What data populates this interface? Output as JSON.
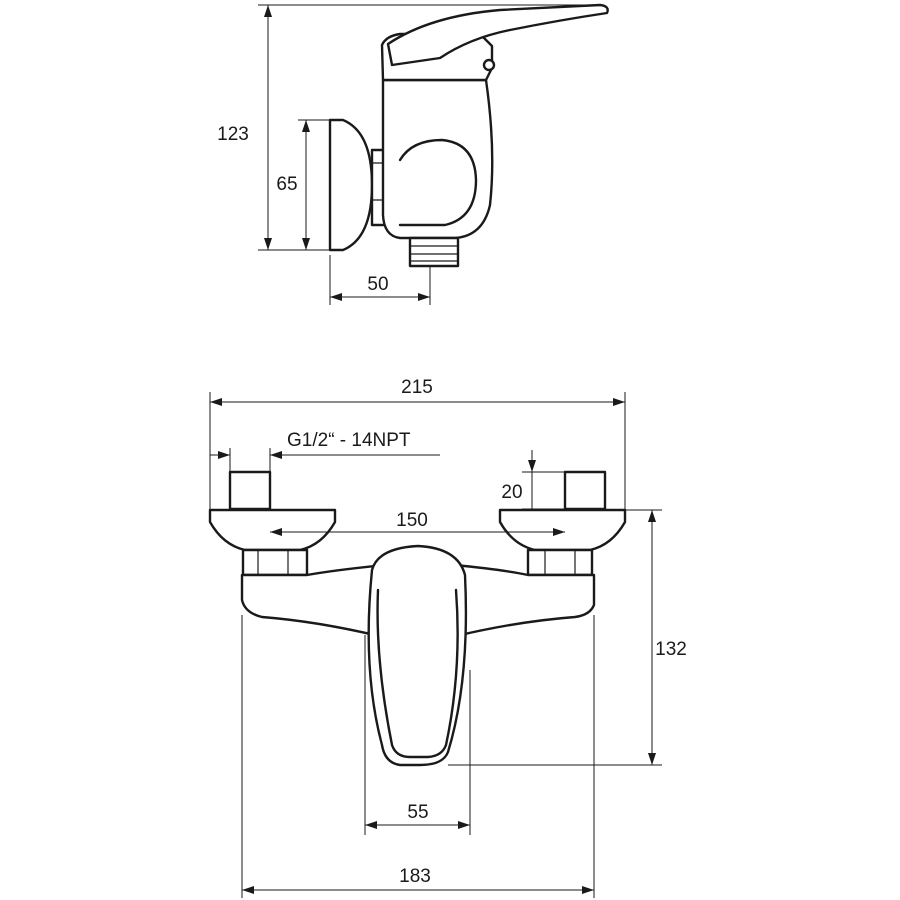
{
  "side_view": {
    "dim_total_height": "123",
    "dim_wall_plate": "65",
    "dim_depth": "50"
  },
  "front_view": {
    "dim_total_width": "215",
    "thread_label": "G1/2“ - 14NPT",
    "dim_connector": "20",
    "dim_center_distance": "150",
    "dim_height": "132",
    "dim_lever_width": "55",
    "dim_body_width": "183"
  }
}
